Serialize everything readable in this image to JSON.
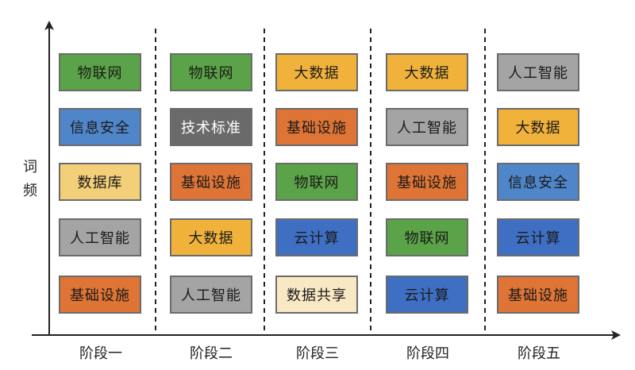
{
  "y_axis_label": [
    "词",
    "频"
  ],
  "stages": [
    {
      "label": "阶段一",
      "items": [
        {
          "text": "物联网",
          "color": "#5ba348"
        },
        {
          "text": "信息安全",
          "color": "#4f86c9"
        },
        {
          "text": "数据库",
          "color": "#f3cf7a"
        },
        {
          "text": "人工智能",
          "color": "#a4a4a4"
        },
        {
          "text": "基础设施",
          "color": "#de7435"
        }
      ]
    },
    {
      "label": "阶段二",
      "items": [
        {
          "text": "物联网",
          "color": "#5ba348"
        },
        {
          "text": "技术标准",
          "color": "#6a6a6a"
        },
        {
          "text": "基础设施",
          "color": "#de7435"
        },
        {
          "text": "大数据",
          "color": "#f0b23b"
        },
        {
          "text": "人工智能",
          "color": "#a4a4a4"
        }
      ]
    },
    {
      "label": "阶段三",
      "items": [
        {
          "text": "大数据",
          "color": "#f0b23b"
        },
        {
          "text": "基础设施",
          "color": "#de7435"
        },
        {
          "text": "物联网",
          "color": "#5ba348"
        },
        {
          "text": "云计算",
          "color": "#3f6fc2"
        },
        {
          "text": "数据共享",
          "color": "#f8e8c4"
        }
      ]
    },
    {
      "label": "阶段四",
      "items": [
        {
          "text": "大数据",
          "color": "#f0b23b"
        },
        {
          "text": "人工智能",
          "color": "#a4a4a4"
        },
        {
          "text": "基础设施",
          "color": "#de7435"
        },
        {
          "text": "物联网",
          "color": "#5ba348"
        },
        {
          "text": "云计算",
          "color": "#3f6fc2"
        }
      ]
    },
    {
      "label": "阶段五",
      "items": [
        {
          "text": "人工智能",
          "color": "#a4a4a4"
        },
        {
          "text": "大数据",
          "color": "#f0b23b"
        },
        {
          "text": "信息安全",
          "color": "#4f86c9"
        },
        {
          "text": "云计算",
          "color": "#3f6fc2"
        },
        {
          "text": "基础设施",
          "color": "#de7435"
        }
      ]
    }
  ]
}
